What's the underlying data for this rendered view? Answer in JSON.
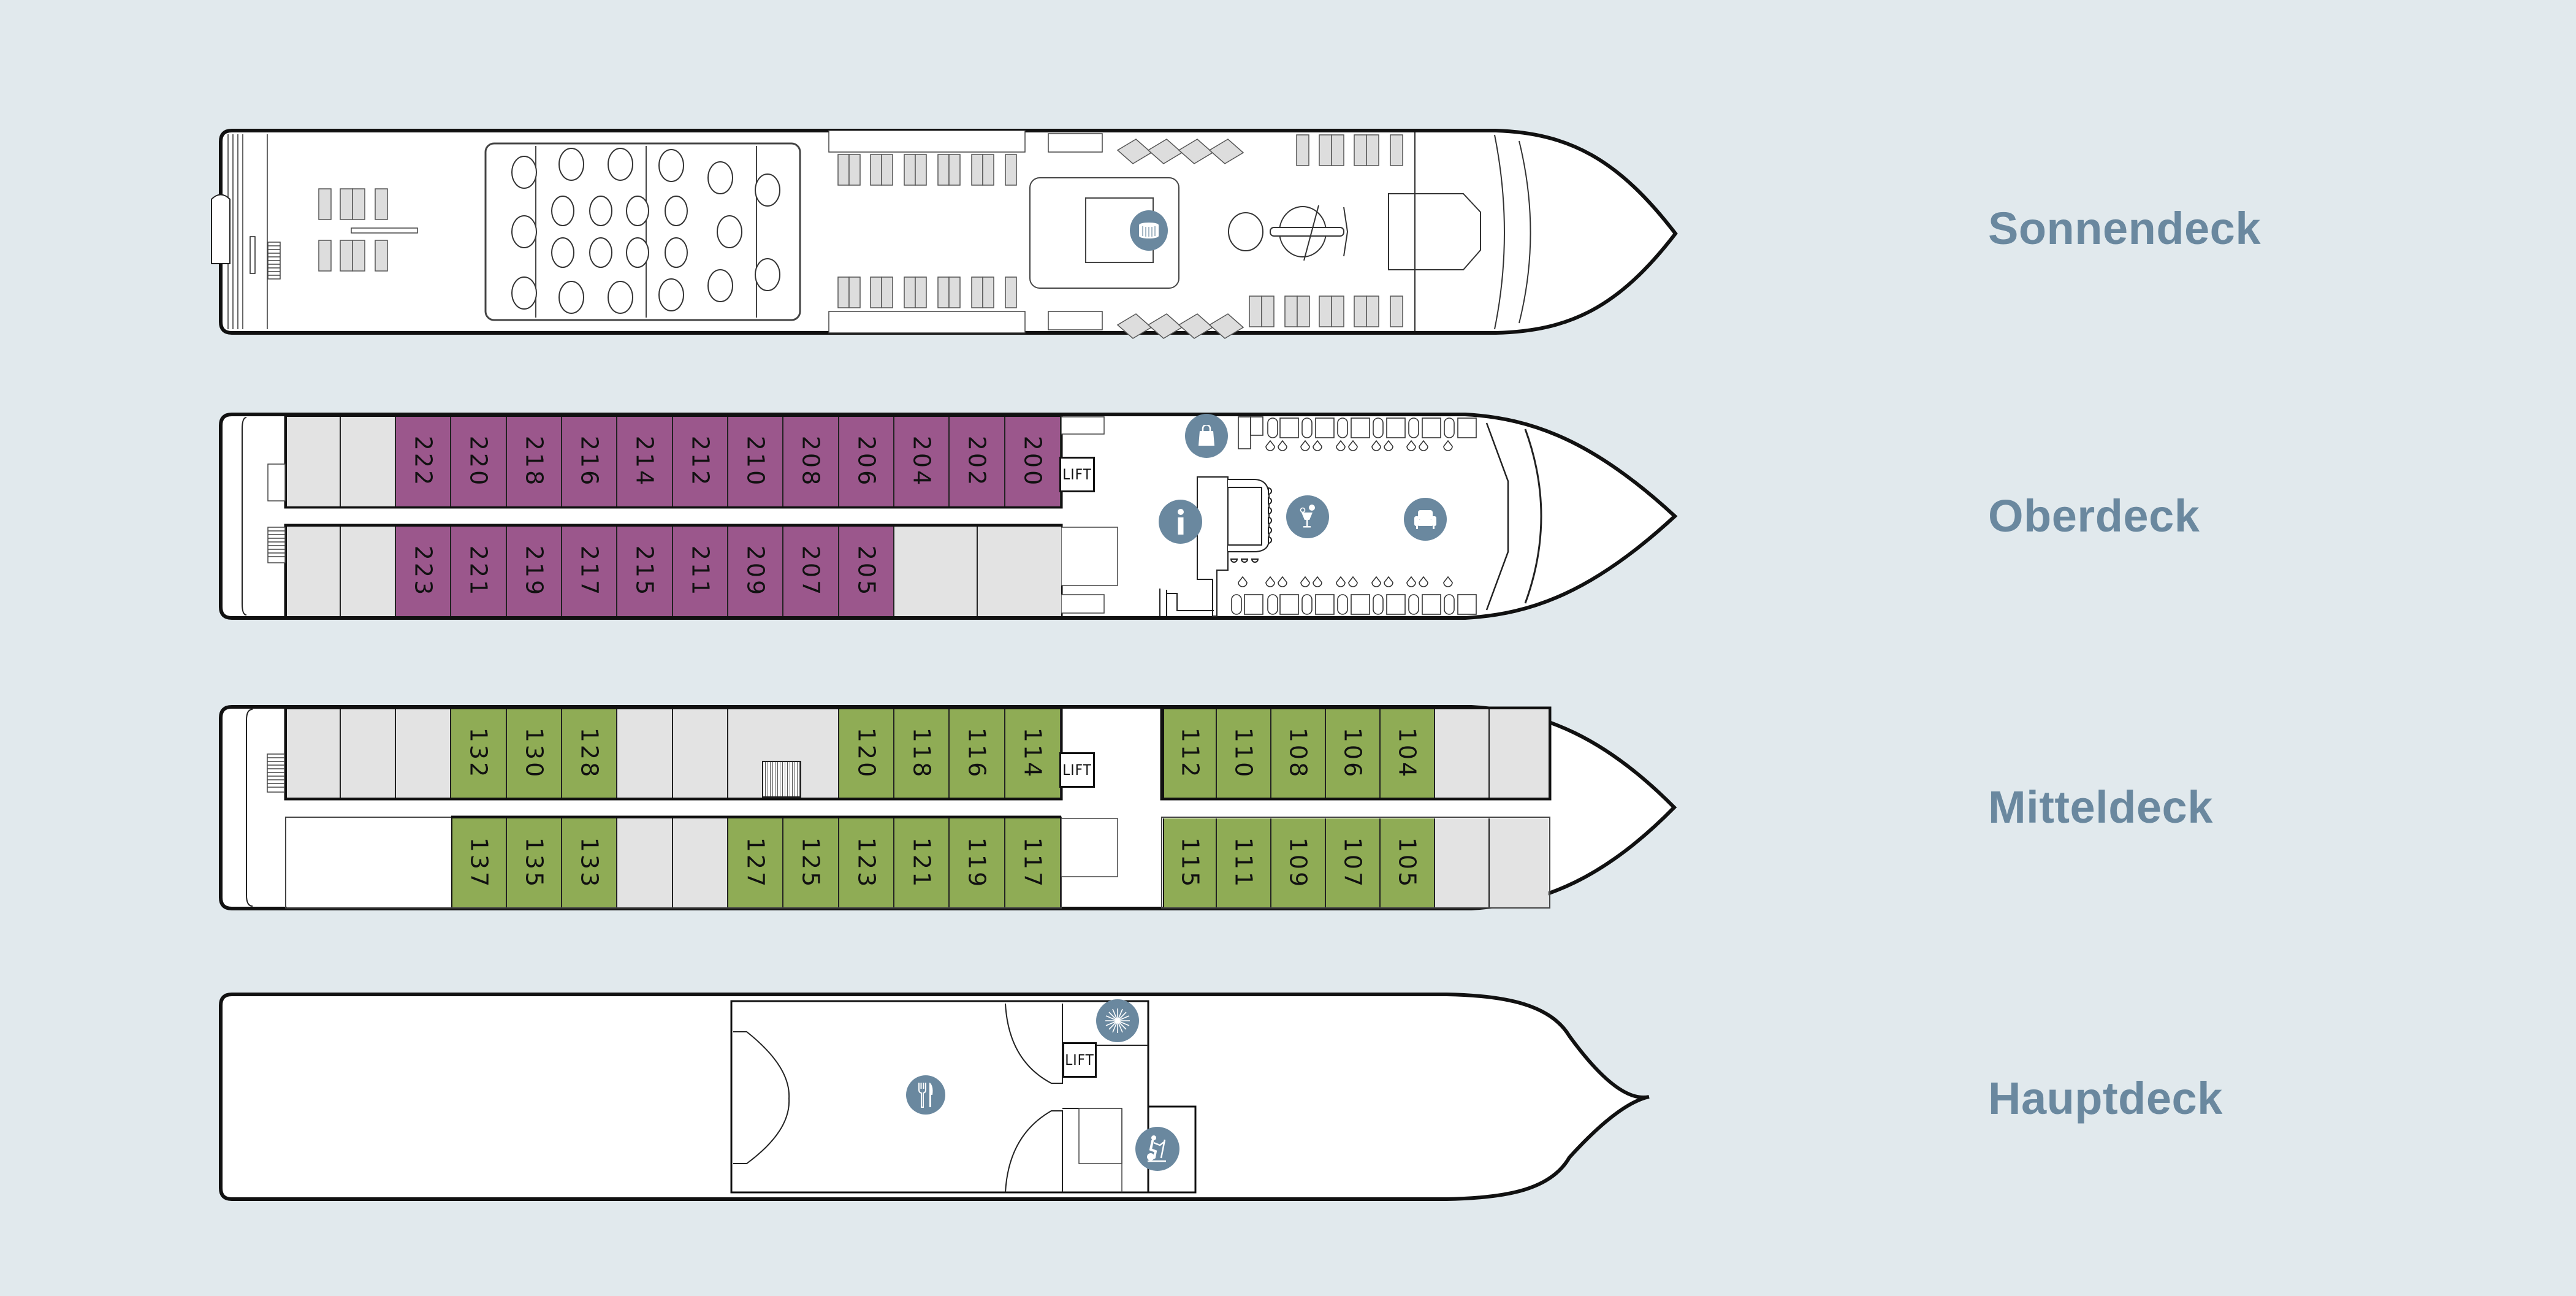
{
  "colors": {
    "background": "#E1E9ED",
    "label": "#6A889F",
    "icon": "#6A889F",
    "oberdeck_cabin": "#9B578C",
    "mitteldeck_cabin": "#8FAC55",
    "service_area": "#E3E3E3"
  },
  "decks": [
    {
      "name": "Sonnendeck",
      "icons": [
        "whirlpool-icon"
      ]
    },
    {
      "name": "Oberdeck",
      "lift_label": "LIFT",
      "cabins_top": [
        "222",
        "220",
        "218",
        "216",
        "214",
        "212",
        "210",
        "208",
        "206",
        "204",
        "202",
        "200"
      ],
      "cabins_bottom": [
        "223",
        "221",
        "219",
        "217",
        "215",
        "211",
        "209",
        "207",
        "205"
      ],
      "icons": [
        "shop-icon",
        "info-icon",
        "bar-cocktail-icon",
        "lounge-armchair-icon"
      ]
    },
    {
      "name": "Mitteldeck",
      "lift_label": "LIFT",
      "cabins_top_aft": [
        "132",
        "130",
        "128"
      ],
      "cabins_top_mid": [
        "120",
        "118",
        "116",
        "114"
      ],
      "cabins_top_fwd": [
        "112",
        "110",
        "108",
        "106",
        "104"
      ],
      "cabins_bottom_aft": [
        "137",
        "135",
        "133"
      ],
      "cabins_bottom_mid": [
        "127",
        "125",
        "123",
        "121",
        "119",
        "117"
      ],
      "cabins_bottom_fwd": [
        "115",
        "111",
        "109",
        "107",
        "105"
      ]
    },
    {
      "name": "Hauptdeck",
      "lift_label": "LIFT",
      "icons": [
        "restaurant-icon",
        "spa-sauna-icon",
        "fitness-icon"
      ]
    }
  ]
}
